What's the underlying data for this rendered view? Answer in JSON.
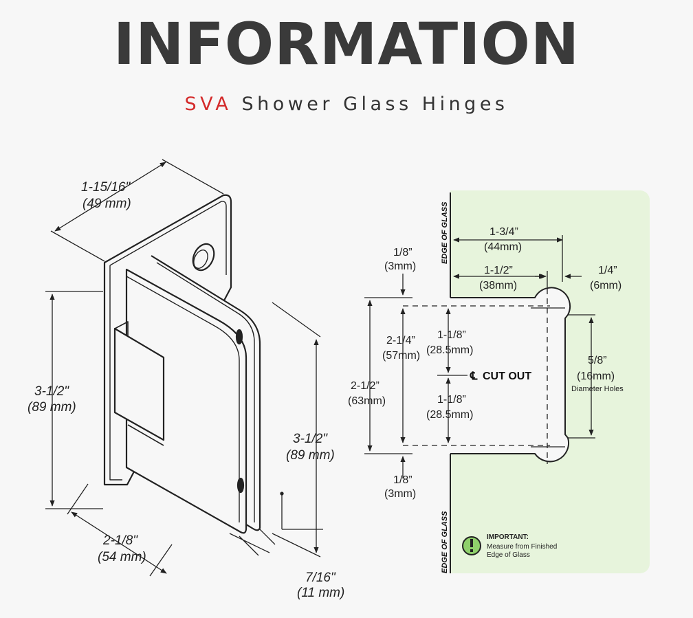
{
  "title": "INFORMATION",
  "subtitle": {
    "brand": "SVA",
    "rest": "Shower Glass Hinges"
  },
  "colors": {
    "brand_red": "#d42a2a",
    "cutout_bg": "#e7f4dc",
    "title_gray": "#3a3a3a"
  },
  "left_dimensions": {
    "top_width": {
      "line1": "1-15/16\"",
      "line2": "(49 mm)"
    },
    "left_height": {
      "line1": "3-1/2\"",
      "line2": "(89 mm)"
    },
    "right_height": {
      "line1": "3-1/2\"",
      "line2": "(89 mm)"
    },
    "bottom_width": {
      "line1": "2-1/8\"",
      "line2": "(54 mm)"
    },
    "thickness": {
      "line1": "7/16\"",
      "line2": "(11 mm)"
    }
  },
  "right_dimensions": {
    "edge_of_glass": "EDGE OF GLASS",
    "top_eighth": {
      "line1": "1/8”",
      "line2": "(3mm)"
    },
    "bottom_eighth": {
      "line1": "1/8”",
      "line2": "(3mm)"
    },
    "depth_total": {
      "line1": "1-3/4”",
      "line2": "(44mm)"
    },
    "depth_inner": {
      "line1": "1-1/2”",
      "line2": "(38mm)"
    },
    "quarter": {
      "line1": "1/4”",
      "line2": "(6mm)"
    },
    "height_2_1_4": {
      "line1": "2-1/4”",
      "line2": "(57mm)"
    },
    "height_2_1_2": {
      "line1": "2-1/2”",
      "line2": "(63mm)"
    },
    "upper_half": {
      "line1": "1-1/8”",
      "line2": "(28.5mm)"
    },
    "lower_half": {
      "line1": "1-1/8”",
      "line2": "(28.5mm)"
    },
    "centerline_symbol": "℄",
    "cut_out": "CUT OUT",
    "holes": {
      "line1": "5/8”",
      "line2": "(16mm)",
      "line3": "Diameter Holes"
    },
    "important": {
      "heading": "IMPORTANT:",
      "line1": "Measure from Finished",
      "line2": "Edge of Glass",
      "icon": "exclamation-icon"
    }
  }
}
